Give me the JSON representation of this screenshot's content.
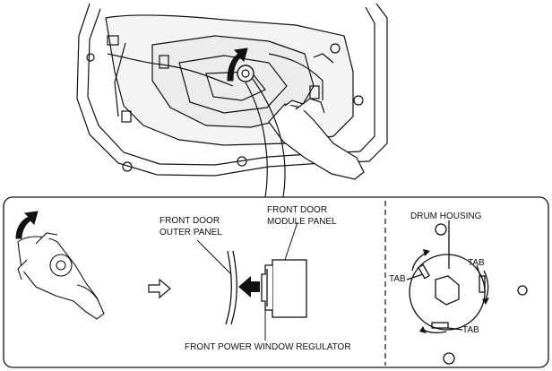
{
  "labels": {
    "front_door_outer_panel_line1": "FRONT DOOR",
    "front_door_outer_panel_line2": "OUTER PANEL",
    "front_door_module_panel_line1": "FRONT DOOR",
    "front_door_module_panel_line2": "MODULE PANEL",
    "front_power_window_regulator": "FRONT POWER WINDOW REGULATOR",
    "drum_housing": "DRUM HOUSING",
    "tab_left": "TAB",
    "tab_right": "TAB",
    "tab_bottom": "TAB"
  },
  "colors": {
    "line": "#111111",
    "background": "#ffffff",
    "shade": "#e6e6e6"
  }
}
